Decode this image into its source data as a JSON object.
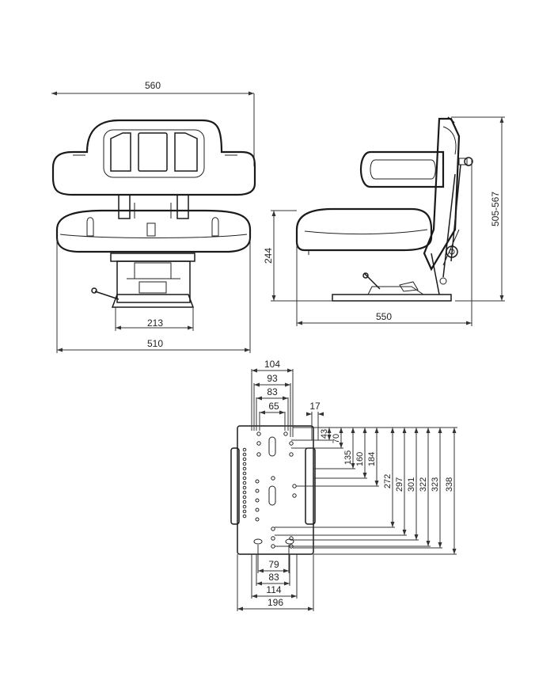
{
  "front_view": {
    "backrest_width": "560",
    "cushion_width": "510",
    "base_width": "213"
  },
  "side_view": {
    "seat_height": "244",
    "depth": "550",
    "backrest_height": "505-567"
  },
  "base_plate": {
    "top_widths": [
      "104",
      "93",
      "83",
      "65"
    ],
    "bottom_widths": [
      "79",
      "83",
      "114",
      "196"
    ],
    "hole_offset": "17",
    "vertical_distances": [
      "43",
      "70",
      "135",
      "160",
      "184",
      "272",
      "297",
      "301",
      "322",
      "323",
      "338"
    ]
  }
}
